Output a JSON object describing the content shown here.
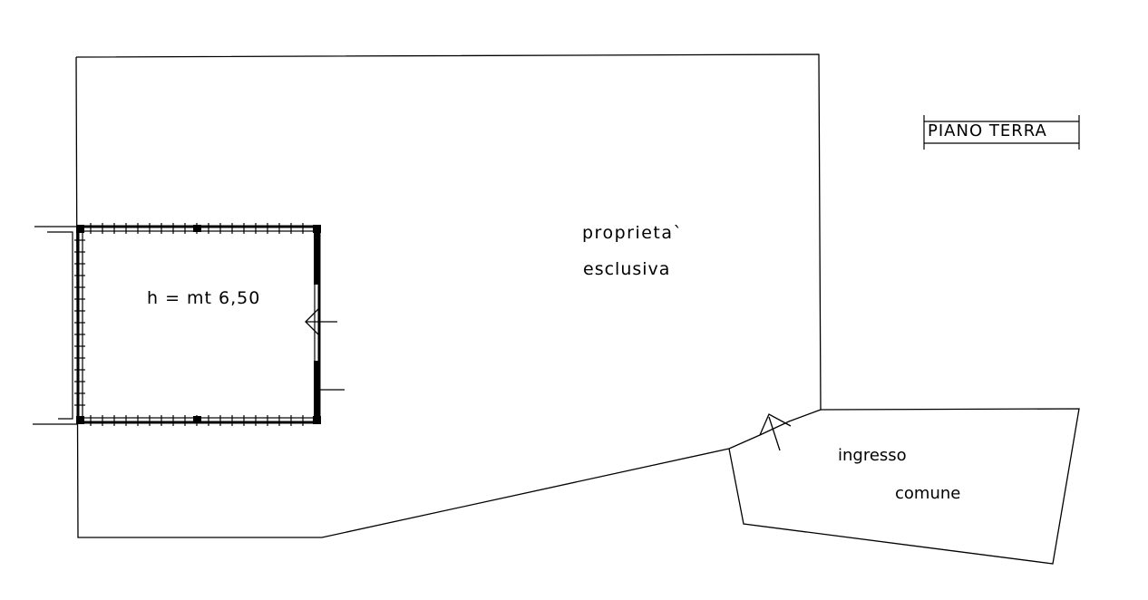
{
  "colors": {
    "line": "#000000",
    "background": "#ffffff"
  },
  "labels": {
    "floor_title": "PIANO TERRA",
    "room_height": "h = mt 6,50",
    "property_line1": "proprieta`",
    "property_line2": "esclusiva",
    "entrance_line1": "ingresso",
    "entrance_line2": "comune"
  }
}
